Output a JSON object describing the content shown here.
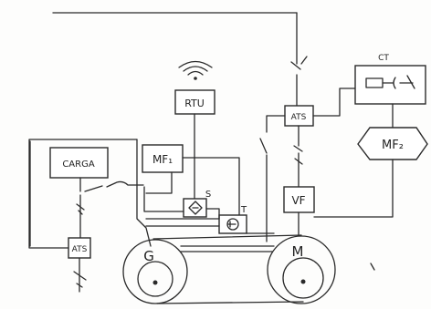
{
  "labels": {
    "rtu": "RTU",
    "carga": "CARGA",
    "mf1": "MF₁",
    "s": "S",
    "t": "T",
    "ats_left": "ATS",
    "ats_right": "ATS",
    "vf": "VF",
    "ct": "CT",
    "mf2": "MF₂",
    "g": "G",
    "m": "M"
  },
  "icons": {
    "wifi": "wifi-icon",
    "switch_symbol": "disconnect-switch-icon",
    "pulley": "pulley-icon"
  },
  "colors": {
    "ink": "#2a2a2a",
    "paper": "#fdfdfc"
  }
}
